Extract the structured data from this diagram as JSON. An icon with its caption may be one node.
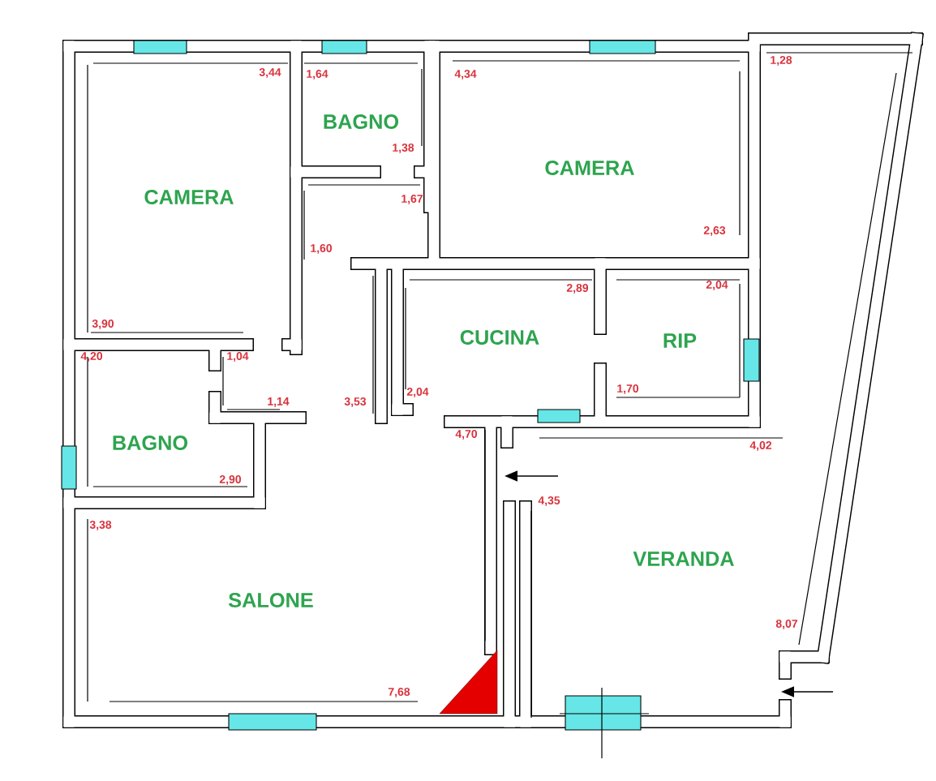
{
  "diagram": {
    "labels": [
      "3,44",
      "1,64",
      "4,34",
      "1,28",
      "BAGNO",
      "1,38",
      "CAMERA",
      "CAMERA",
      "1,67",
      "2,63",
      "1,60",
      "2,04",
      "2,89",
      "3,90",
      "CUCINA",
      "RIP",
      "4,20",
      "1,04",
      "1,70",
      "2,04",
      "1,14",
      "3,53",
      "4,70",
      "BAGNO",
      "4,02",
      "2,90",
      "4,35",
      "3,38",
      "VERANDA",
      "SALONE",
      "8,07",
      "7,68"
    ]
  }
}
